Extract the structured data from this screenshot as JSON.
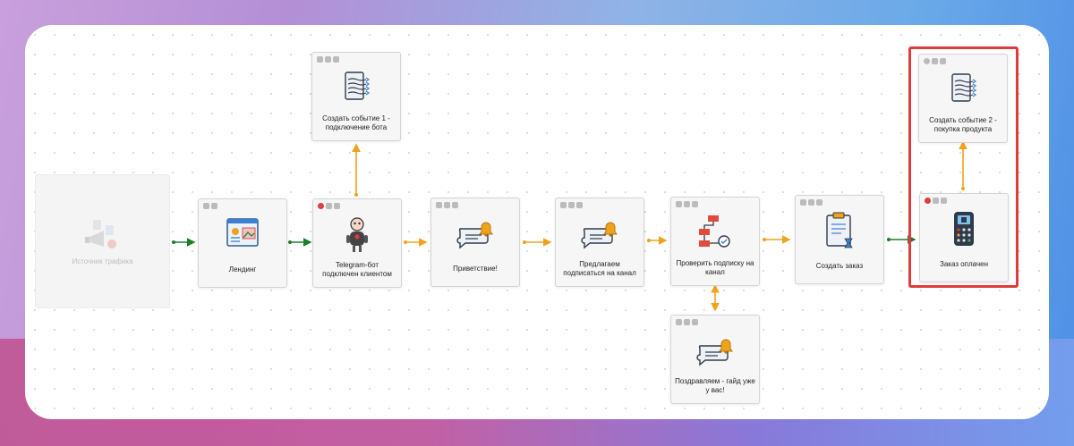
{
  "colors": {
    "arrow_green": "#1e7d2b",
    "arrow_orange": "#f0a21b",
    "highlight": "#e23b3b"
  },
  "nodes": {
    "traffic": {
      "label": "Источник трафика",
      "icon": "megaphone-icon"
    },
    "landing": {
      "label": "Лендинг",
      "icon": "webpage-icon"
    },
    "bot": {
      "label": "Telegram-бот подключен клиентом",
      "icon": "robot-icon"
    },
    "event1": {
      "label": "Создать событие 1 - подключение бота",
      "icon": "event-icon"
    },
    "greeting": {
      "label": "Приветствие!",
      "icon": "message-bell-icon"
    },
    "subscribe": {
      "label": "Предлагаем подписаться на канал",
      "icon": "message-bell-icon"
    },
    "check": {
      "label": "Проверить подписку на канал",
      "icon": "flowchart-icon"
    },
    "congrats": {
      "label": "Поздравляем - гайд уже у вас!",
      "icon": "message-bell-icon"
    },
    "order": {
      "label": "Создать заказ",
      "icon": "clipboard-icon"
    },
    "paid": {
      "label": "Заказ оплачен",
      "icon": "payment-terminal-icon"
    },
    "event2": {
      "label": "Создать событие 2 - покупка продукта",
      "icon": "event-icon"
    }
  }
}
